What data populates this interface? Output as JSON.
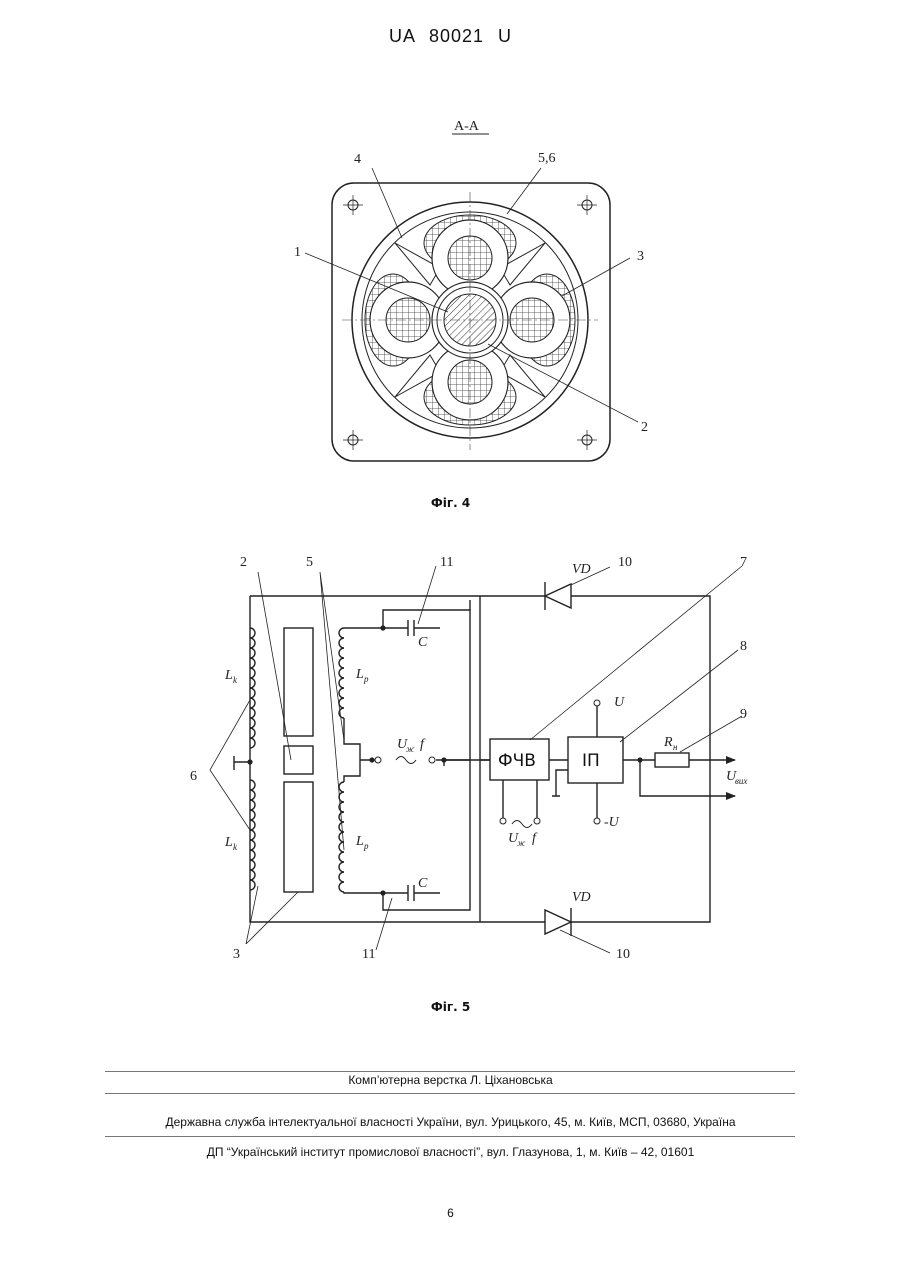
{
  "header": {
    "doc_number": "UA   80021   U"
  },
  "fig4": {
    "section_label": "A-A",
    "labels": {
      "n1": "1",
      "n2": "2",
      "n3": "3",
      "n4": "4",
      "n56": "5,6"
    },
    "caption": "Фіг. 4"
  },
  "fig5": {
    "labels": {
      "n2": "2",
      "n3": "3",
      "n5": "5",
      "n6": "6",
      "n7": "7",
      "n8": "8",
      "n9": "9",
      "n10_top": "10",
      "n10_bot": "10",
      "n11_top": "11",
      "n11_bot": "11",
      "lk": "L",
      "lk_sub": "k",
      "lp": "L",
      "lp_sub": "p",
      "c": "C",
      "vd": "VD",
      "u": "U",
      "u_minus": "-U",
      "uzh": "U",
      "uzh_sub": "ж",
      "f": "f",
      "rn": "R",
      "rn_sub": "н",
      "uvyh": "U",
      "uvyh_sub": "вих"
    },
    "blocks": {
      "fchv": "ФЧВ",
      "ip": "ІП"
    },
    "caption": "Фіг. 5"
  },
  "footer": {
    "typesetting": "Комп’ютерна верстка Л. Ціхановська",
    "agency": "Державна служба інтелектуальної власності України, вул. Урицького, 45, м. Київ, МСП, 03680, Україна",
    "institute": "ДП “Український інститут промислової власності”, вул. Глазунова, 1, м. Київ – 42, 01601"
  },
  "page_number": "6"
}
